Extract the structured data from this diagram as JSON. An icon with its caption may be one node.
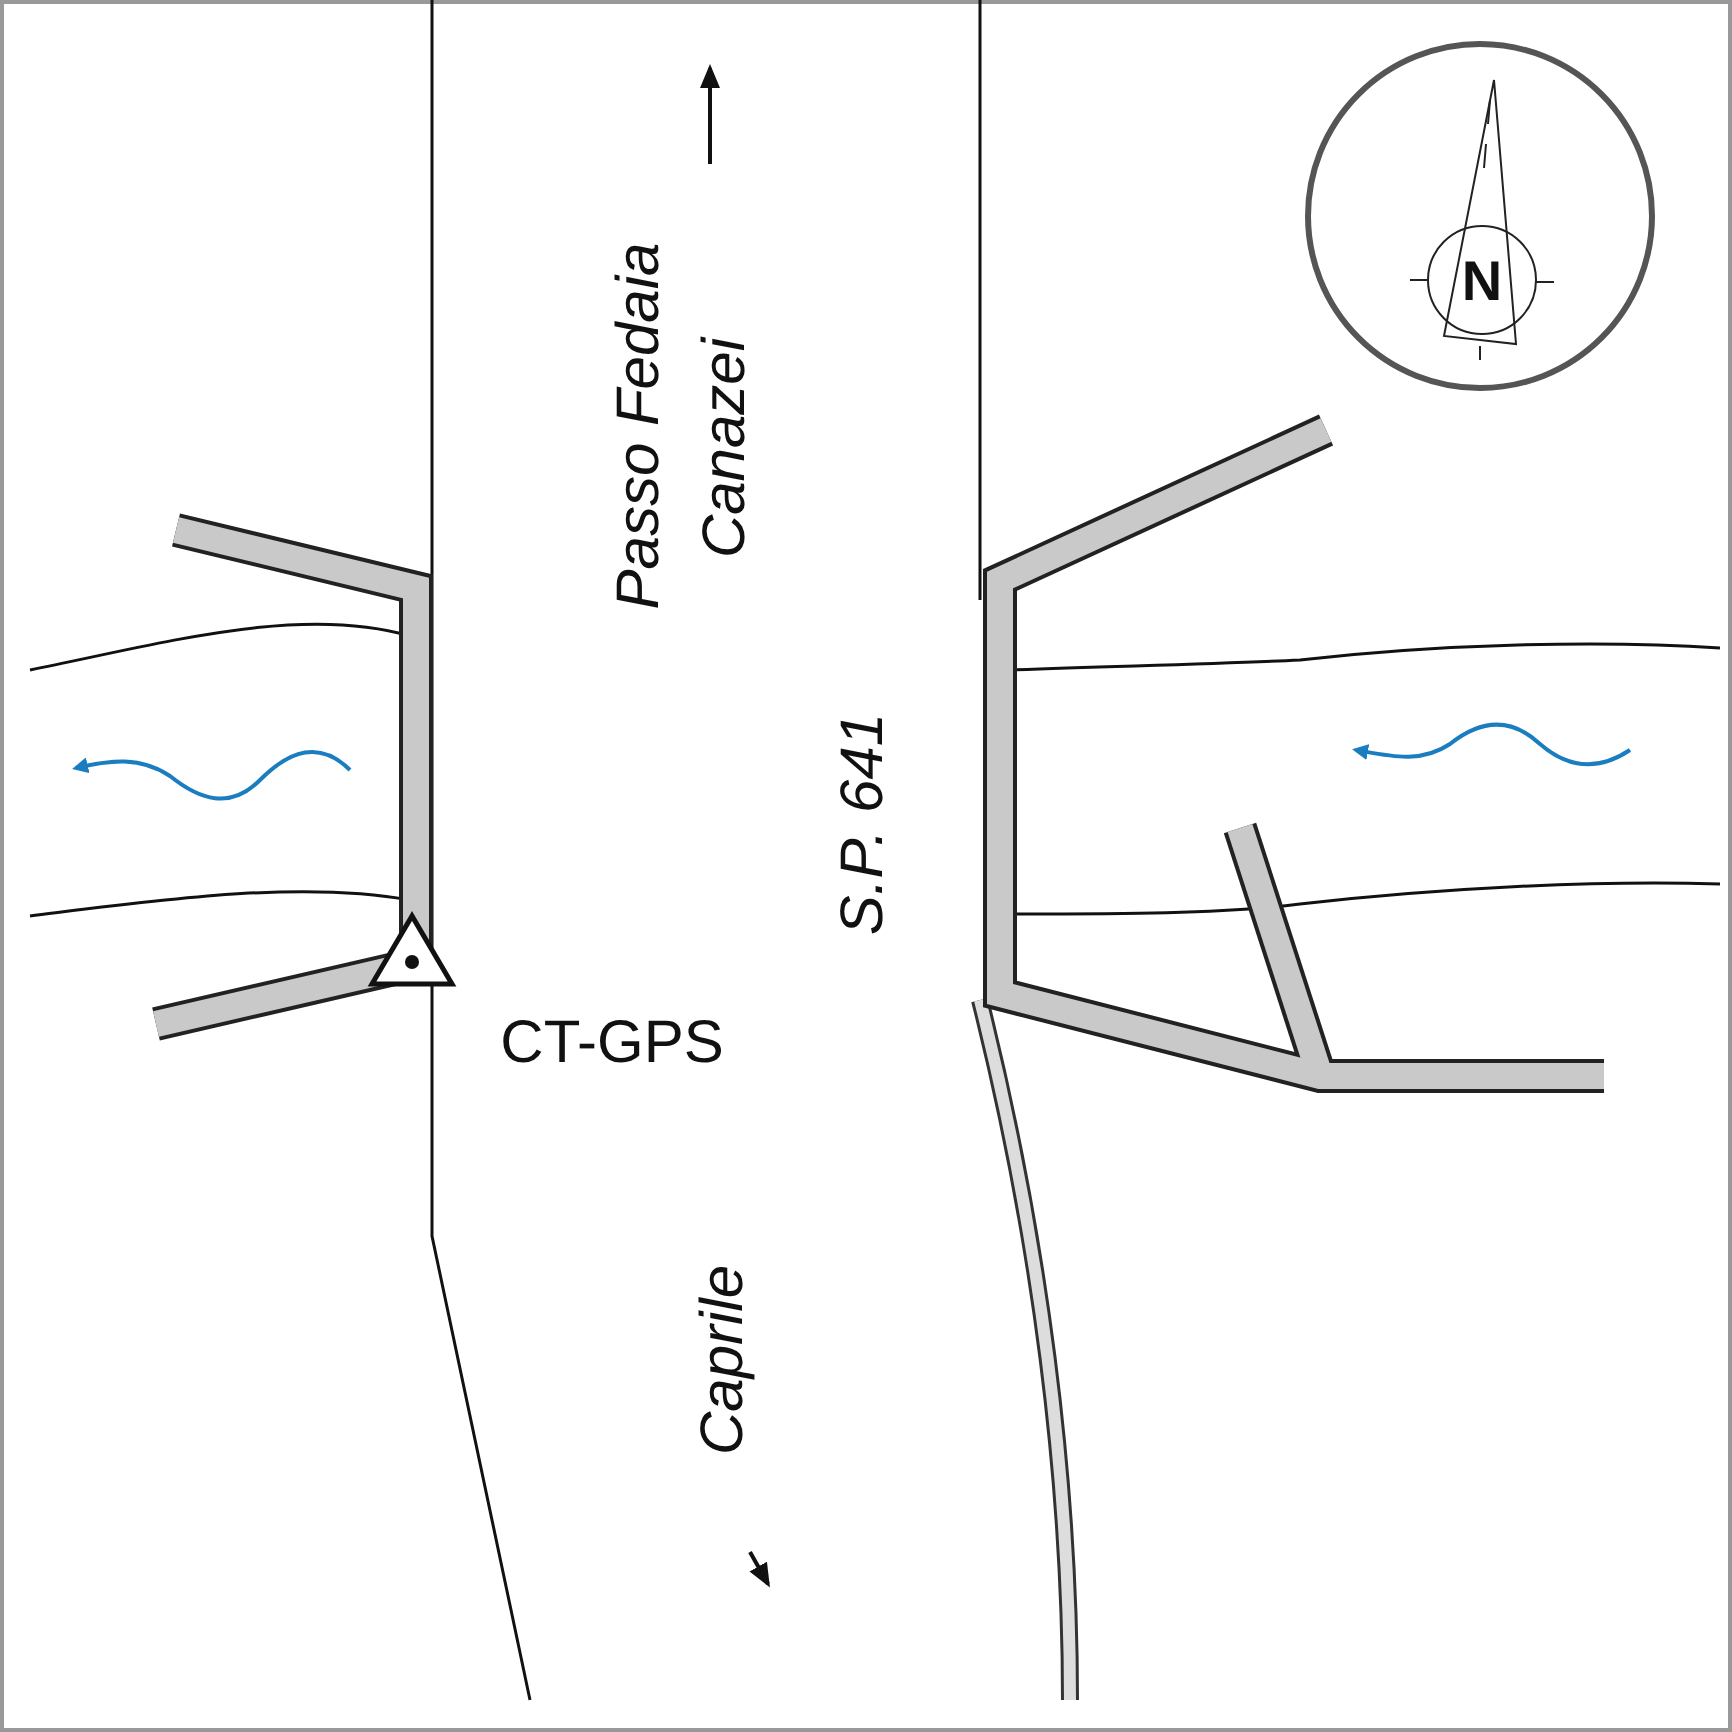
{
  "diagram": {
    "labels": [
      "Passo Fedaia",
      "Canazei",
      "N",
      "S.P. 641",
      "CT-GPS",
      "Caprile"
    ]
  }
}
